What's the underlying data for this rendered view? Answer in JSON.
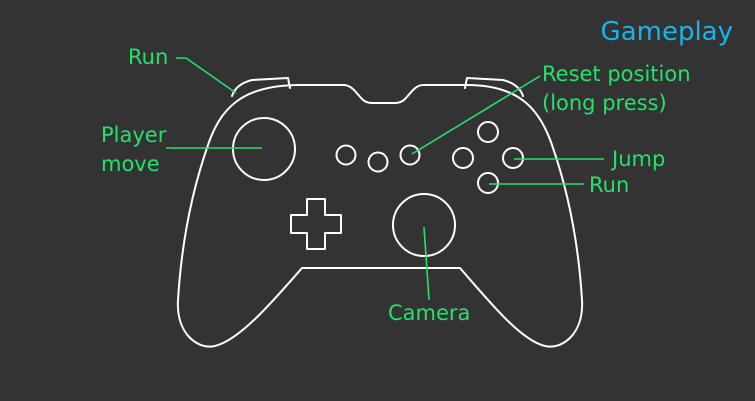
{
  "title": "Gameplay",
  "labels": {
    "run_shoulder": "Run",
    "player_move_line1": "Player",
    "player_move_line2": "move",
    "reset_line1": "Reset position",
    "reset_line2": "(long press)",
    "jump": "Jump",
    "run_button": "Run",
    "camera": "Camera"
  },
  "colors": {
    "background": "#333333",
    "outline": "#ffffff",
    "label": "#22e36a",
    "title": "#17b4e8"
  }
}
